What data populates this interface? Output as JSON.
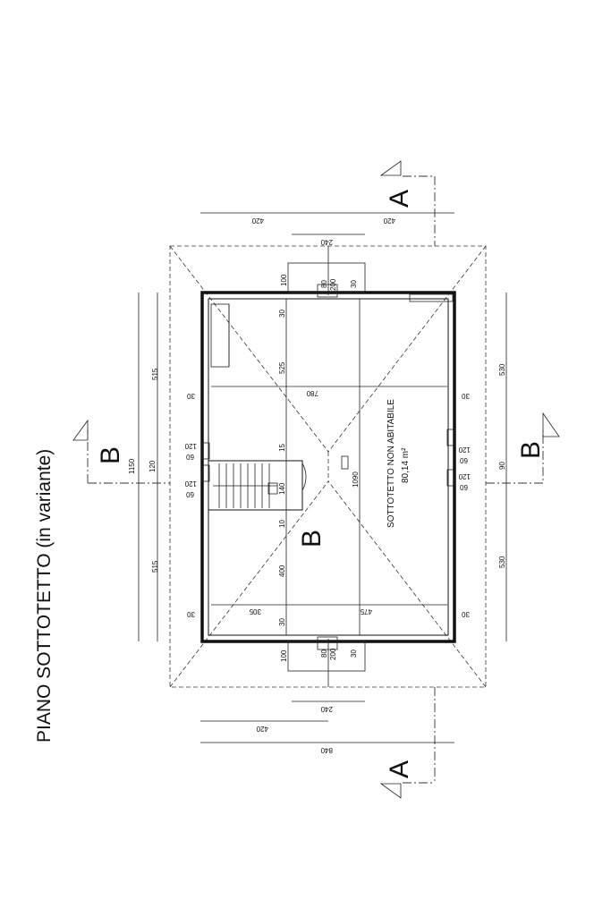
{
  "drawing": {
    "title": "PIANO SOTTOTETTO (in variante)",
    "room_name": "SOTTOTETTO NON ABITABILE",
    "room_area": "80,14 m²",
    "section_a": "A",
    "section_b": "B",
    "stair_label": "B"
  },
  "dimensions": {
    "top_420_left": "420",
    "top_420_right": "420",
    "top_240": "240",
    "bottom_240": "240",
    "bottom_420": "420",
    "bottom_840": "840",
    "left_515_top": "515",
    "left_515_bottom": "515",
    "left_1150": "1150",
    "left_120": "120",
    "right_530_top": "530",
    "right_530_bottom": "530",
    "right_90": "90",
    "d100_top": "100",
    "d80_top": "80",
    "d200_top": "200",
    "d30_top": "30",
    "d100_bot": "100",
    "d80_bot": "80",
    "d200_bot": "200",
    "d30_bot": "30",
    "in_30_a": "30",
    "in_525": "525",
    "in_15": "15",
    "in_140": "140",
    "in_10": "10",
    "in_400": "400",
    "in_30_b": "30",
    "in_780": "780",
    "in_1090": "1090",
    "in_305": "305",
    "in_475": "475",
    "side_30_lt": "30",
    "side_30_rt": "30",
    "side_30_lb": "30",
    "side_30_rb": "30",
    "side_120_l1": "120",
    "side_60_l1": "60",
    "side_120_l2": "120",
    "side_60_l2": "60",
    "side_120_r1": "120",
    "side_60_r1": "60",
    "side_120_r2": "120",
    "side_60_r2": "60"
  }
}
